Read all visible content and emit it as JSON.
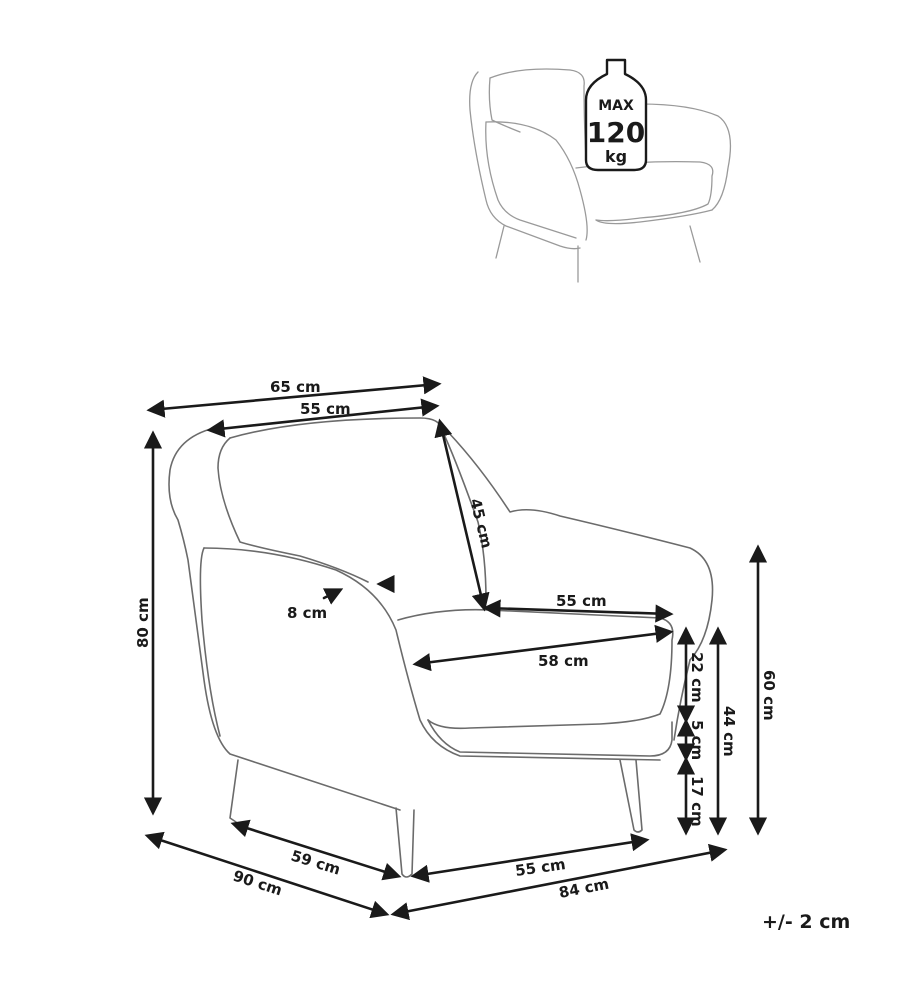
{
  "capacity_badge": {
    "line1": "MAX",
    "line2": "120",
    "line3": "kg"
  },
  "dimensions": {
    "total_width": "65 cm",
    "back_width": "55 cm",
    "back_height": "45 cm",
    "armrest_width": "8 cm",
    "total_height": "80 cm",
    "seat_width": "55 cm",
    "seat_depth": "58 cm",
    "cushion_height": "22 cm",
    "base_height": "5 cm",
    "leg_height": "17 cm",
    "seat_height": "44 cm",
    "arm_height": "60 cm",
    "leg_depth": "59 cm",
    "leg_width": "55 cm",
    "total_depth": "90 cm",
    "total_length": "84 cm"
  },
  "tolerance": "+/- 2 cm",
  "colors": {
    "outline": "#6b6b6b",
    "dimension_line": "#1a1a1a"
  }
}
